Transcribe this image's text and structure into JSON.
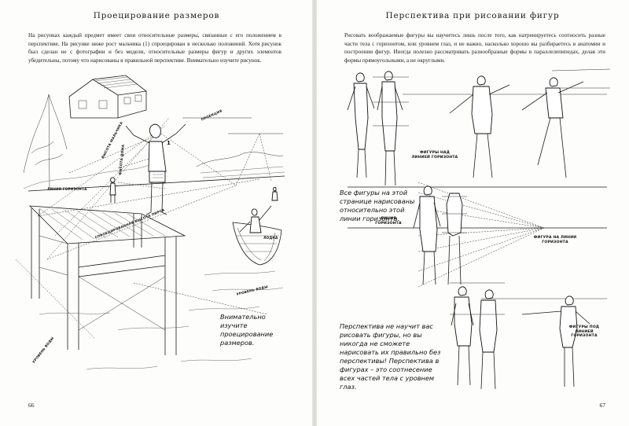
{
  "left_page": {
    "title": "Проецирование размеров",
    "body": "На рисунках каждый предмет имеет свои относительные размеры, связанные с его положением в перспективе. На рисунке ниже рост мальчика (1) спроецирован в несколько положений. Хотя рисунок был сделан не с фотографии и без модели, относительные размеры фигур и других элементов убедительны, потому что нарисованы в правильной перспективе. Внимательно изучите рисунок.",
    "caption": "Внимательно изучите проецирование размеров.",
    "page_number": "66",
    "labels": {
      "horizon": "ЛИНИЯ ГОРИЗОНТА",
      "projection": "ПРОЕКЦИЯ",
      "water_level_1": "УРОВЕНЬ ВОДЫ",
      "water_level_2": "УРОВЕНЬ ВОДЫ",
      "pier_height": "СПРОЕЦИРОВАННАЯ ВЫСОТА ПИРСА",
      "boy_number": "1",
      "boy_height": "ВЫСОТА МАЛЬЧИКА",
      "house_height": "ВЫСОТА ДОМА",
      "boat_label": "ЛОДКА"
    }
  },
  "right_page": {
    "title": "Перспектива при рисовании фигур",
    "body": "Рисовать воображаемые фигуры вы научитесь лишь после того, как натренируетесь соотносить разные части тела с горизонтом, или уровнем глаз, и не важно, насколько хорошо вы разбираетесь в анатомии и построении фигур. Иногда полезно рассматривать разнообразные формы в параллелепипедах, делая эти формы прямоугольными, а не округлыми.",
    "note_1": "Все фигуры на этой странице нарисованы относительно этой линии горизонта.",
    "note_2": "Перспектива не научит вас рисовать фигуры, но вы никогда не сможете нарисовать их правильно без перспективы! Перспектива в фигурах – это соотнесение всех частей тела с уровнем глаз.",
    "label_above": "ФИГУРЫ НАД ЛИНИЕЙ ГОРИЗОНТА",
    "label_horizon": "ЛИНИЯ ГОРИЗОНТА",
    "label_on": "ФИГУРА НА ЛИНИИ ГОРИЗОНТА",
    "label_below": "ФИГУРЫ ПОД ЛИНИЕЙ ГОРИЗОНТА",
    "page_number": "67"
  }
}
